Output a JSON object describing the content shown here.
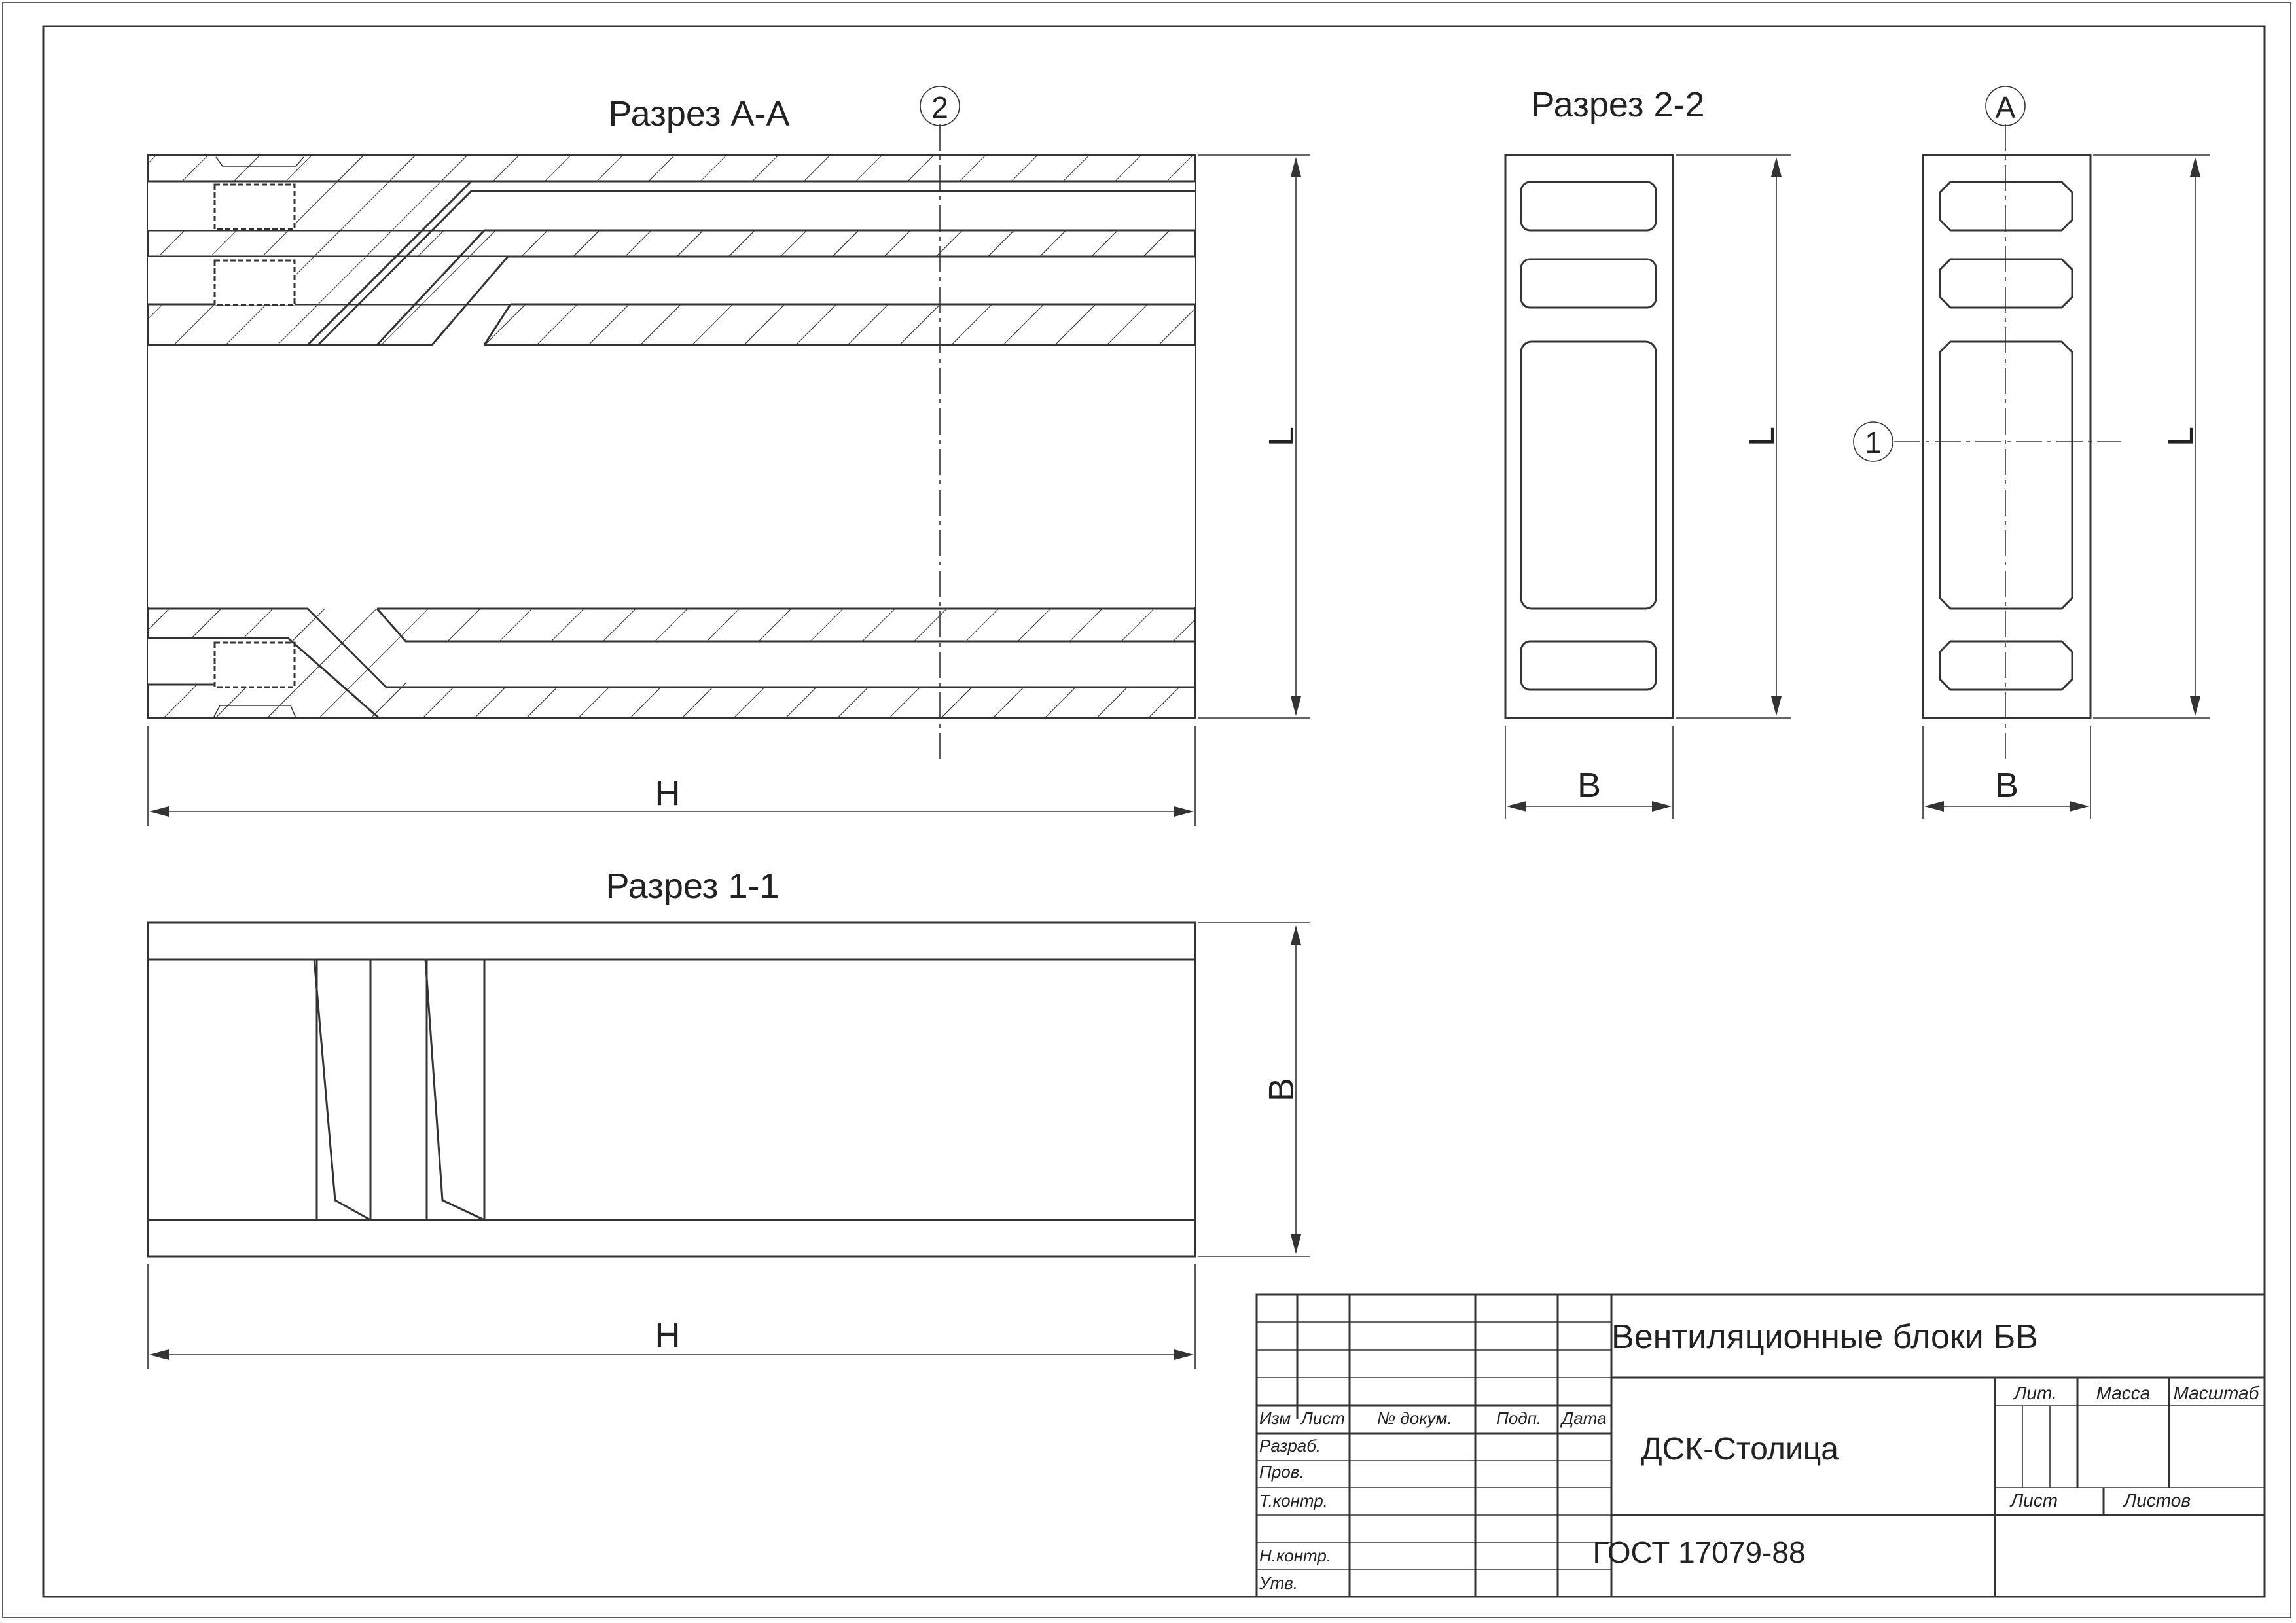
{
  "views": {
    "section_aa_title": "Разрез А-А",
    "section_22_title": "Разрез 2-2",
    "section_11_title": "Разрез 1-1"
  },
  "dimensions": {
    "L": "L",
    "H": "H",
    "B": "B"
  },
  "markers": {
    "axis_2": "2",
    "axis_a": "А",
    "axis_1": "1"
  },
  "title_block": {
    "product_name": "Вентиляционные блоки БВ",
    "organization": "ДСК-Столица",
    "standard": "ГОСТ 17079-88",
    "col_izm": "Изм",
    "col_list": "Лист",
    "col_doc": "№ докум.",
    "col_sign": "Подп.",
    "col_date": "Дата",
    "row_razrab": "Разраб.",
    "row_prov": "Пров.",
    "row_tkontr": "Т.контр.",
    "row_nkontr": "Н.контр.",
    "row_utv": "Утв.",
    "lit": "Лит.",
    "massa": "Масса",
    "masshtab": "Масштаб",
    "list": "Лист",
    "listov": "Листов"
  }
}
